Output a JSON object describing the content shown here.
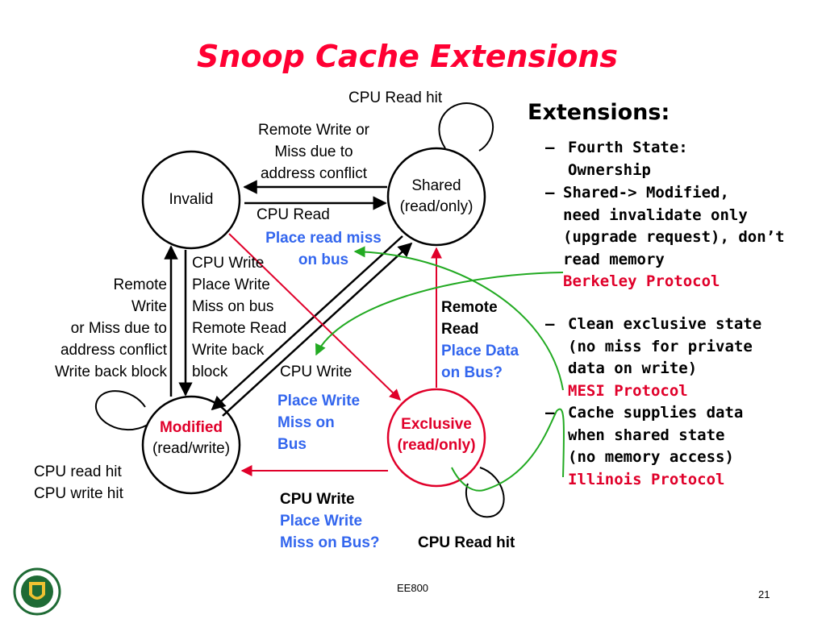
{
  "title": "Snoop Cache Extensions",
  "colors": {
    "title": "#ff0033",
    "blue_label": "#3366ee",
    "red": "#e0002a",
    "green": "#22aa22"
  },
  "states": {
    "invalid": {
      "name": "Invalid"
    },
    "shared": {
      "name": "Shared",
      "sub": "(read/only)"
    },
    "modified": {
      "name": "Modified",
      "sub": "(read/write)"
    },
    "exclusive": {
      "name": "Exclusive",
      "sub": "(read/only)"
    }
  },
  "labels": {
    "shared_loop": "CPU Read hit",
    "shared_to_invalid": [
      "Remote Write or",
      "Miss due to",
      "address conflict"
    ],
    "invalid_to_shared_event": "CPU Read",
    "invalid_to_shared_action": [
      "Place read miss",
      "on bus"
    ],
    "invalid_to_modified": [
      "CPU Write",
      "Place Write",
      "Miss on bus",
      "Remote Read",
      "Write back",
      "block"
    ],
    "modified_to_invalid": [
      "Remote",
      "Write",
      "or  Miss due to",
      "address conflict",
      "Write back block"
    ],
    "invalid_to_exclusive_event": "CPU Write",
    "invalid_to_exclusive_action": [
      "Place Write",
      "Miss on",
      "Bus"
    ],
    "exclusive_to_shared_event": [
      "Remote",
      "Read"
    ],
    "exclusive_to_shared_action": [
      "Place Data",
      "on Bus?"
    ],
    "modified_loop": [
      "CPU read hit",
      "CPU write hit"
    ],
    "exclusive_to_modified_event": "CPU Write",
    "exclusive_to_modified_action": [
      "Place Write",
      "Miss on Bus?"
    ],
    "exclusive_loop": "CPU Read hit"
  },
  "extensions": {
    "heading": "Extensions:",
    "items": [
      {
        "dash": "–",
        "lines": [
          "Fourth State:",
          "Ownership"
        ]
      },
      {
        "dash": "–",
        "lines": [
          "Shared-> Modified,",
          "need invalidate only",
          "(upgrade request), don’t",
          "read memory"
        ],
        "protocol": "Berkeley Protocol"
      },
      {
        "dash": "–",
        "lines": [
          "Clean exclusive state",
          "(no miss for private",
          "data on write)"
        ],
        "protocol": "MESI Protocol"
      },
      {
        "dash": "–",
        "lines": [
          "Cache supplies data",
          "when shared state",
          "(no memory access)"
        ],
        "protocol": "Illinois Protocol"
      }
    ]
  },
  "footer": {
    "course": "EE800",
    "page": "21"
  }
}
